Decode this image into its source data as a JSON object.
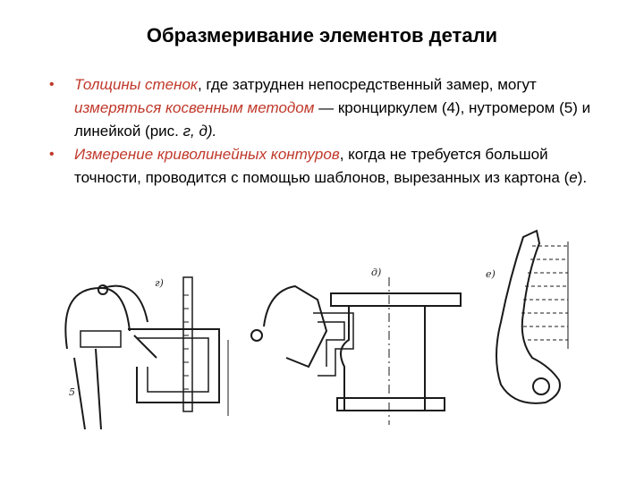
{
  "slide": {
    "title": "Образмеривание элементов детали",
    "bullet_symbol": "•",
    "bullets": [
      {
        "parts": [
          {
            "text": "Толщины стенок",
            "style": "em"
          },
          {
            "text": ", где затруднен непосредственный замер, могут ",
            "style": "normal"
          },
          {
            "text": "измеряться косвенным методом",
            "style": "em"
          },
          {
            "text": " — кронциркулем (4), нутромером (5) и линейкой (рис. ",
            "style": "normal"
          },
          {
            "text": "г, д).",
            "style": "it"
          }
        ]
      },
      {
        "parts": [
          {
            "text": "Измерение криволинейных контуров",
            "style": "em"
          },
          {
            "text": ", когда не требуется большой точности, проводится с помощью шаблонов, вырезанных из картона (",
            "style": "normal"
          },
          {
            "text": "е",
            "style": "it"
          },
          {
            "text": ").",
            "style": "normal"
          }
        ]
      }
    ]
  },
  "figure": {
    "labels": {
      "g": "г)",
      "d": "д)",
      "e": "е)",
      "five": "5"
    }
  }
}
